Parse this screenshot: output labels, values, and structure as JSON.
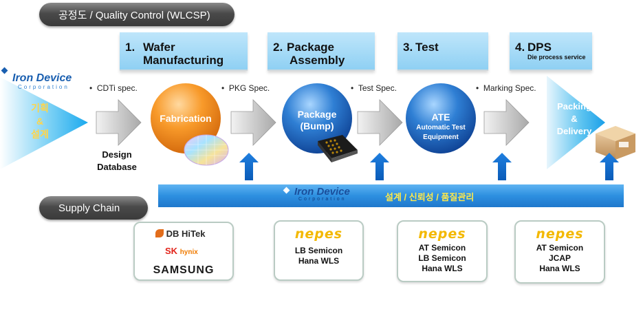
{
  "header_pill": "공정도 / Quality Control (WLCSP)",
  "supply_pill": "Supply Chain",
  "logo": {
    "main": "Iron Device",
    "sub": "Corporation"
  },
  "left_panel": {
    "line1": "기획",
    "line2": "&",
    "line3": "설계"
  },
  "design_db": {
    "line1": "Design",
    "line2": "Database"
  },
  "stages": [
    {
      "num": "1.",
      "line1": "Wafer",
      "line2": "Manufacturing"
    },
    {
      "num": "2.",
      "line1": "Package",
      "line2": "Assembly"
    },
    {
      "num": "3.",
      "line1": "Test",
      "line2": ""
    },
    {
      "num": "4.",
      "line1": "DPS",
      "line2": "Die process service"
    }
  ],
  "specs": [
    "CDTi spec.",
    "PKG Spec.",
    "Test Spec.",
    "Marking Spec."
  ],
  "circles": {
    "fab": "Fabrication",
    "pkg_line1": "Package",
    "pkg_line2": "(Bump)",
    "ate_title": "ATE",
    "ate_line1": "Automatic Test",
    "ate_line2": "Equipment"
  },
  "delivery": {
    "line1": "Packing",
    "line2": "&",
    "line3": "Delivery"
  },
  "bar": {
    "text": "설계 / 신뢰성 / 품질관리"
  },
  "suppliers": {
    "s1": [
      "DB HiTek",
      "SK hynix",
      "SAMSUNG"
    ],
    "sk_letters": "SK",
    "sk_word": "hynix",
    "nepes": "nepes",
    "s2": [
      "LB Semicon",
      "Hana WLS"
    ],
    "s3": [
      "AT Semicon",
      "LB Semicon",
      "Hana WLS"
    ],
    "s4": [
      "AT Semicon",
      "JCAP",
      "Hana WLS"
    ]
  },
  "colors": {
    "orange": "#f08a1a",
    "blue": "#1f6fc2",
    "stage_bg": "#a6dcf6",
    "bar_blue": "#2d8fe0",
    "bar_text": "#ffe94a",
    "nepes": "#f3b800"
  }
}
